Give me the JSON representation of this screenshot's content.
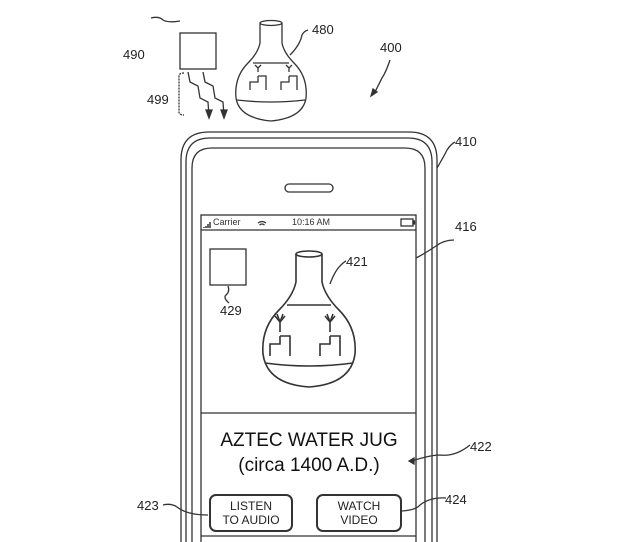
{
  "references": {
    "r400": "400",
    "r410": "410",
    "r416": "416",
    "r421": "421",
    "r422": "422",
    "r423": "423",
    "r424": "424",
    "r429": "429",
    "r480": "480",
    "r490": "490",
    "r499": "499"
  },
  "status_bar": {
    "carrier": "Carrier",
    "time": "10:16 AM",
    "signal_icon": "signal-icon",
    "wifi_icon": "wifi-icon",
    "battery_icon": "battery-icon"
  },
  "exhibit": {
    "title": "AZTEC WATER JUG",
    "subtitle": "(circa 1400 A.D.)"
  },
  "buttons": {
    "listen": "LISTEN TO AUDIO",
    "watch": "WATCH VIDEO"
  }
}
